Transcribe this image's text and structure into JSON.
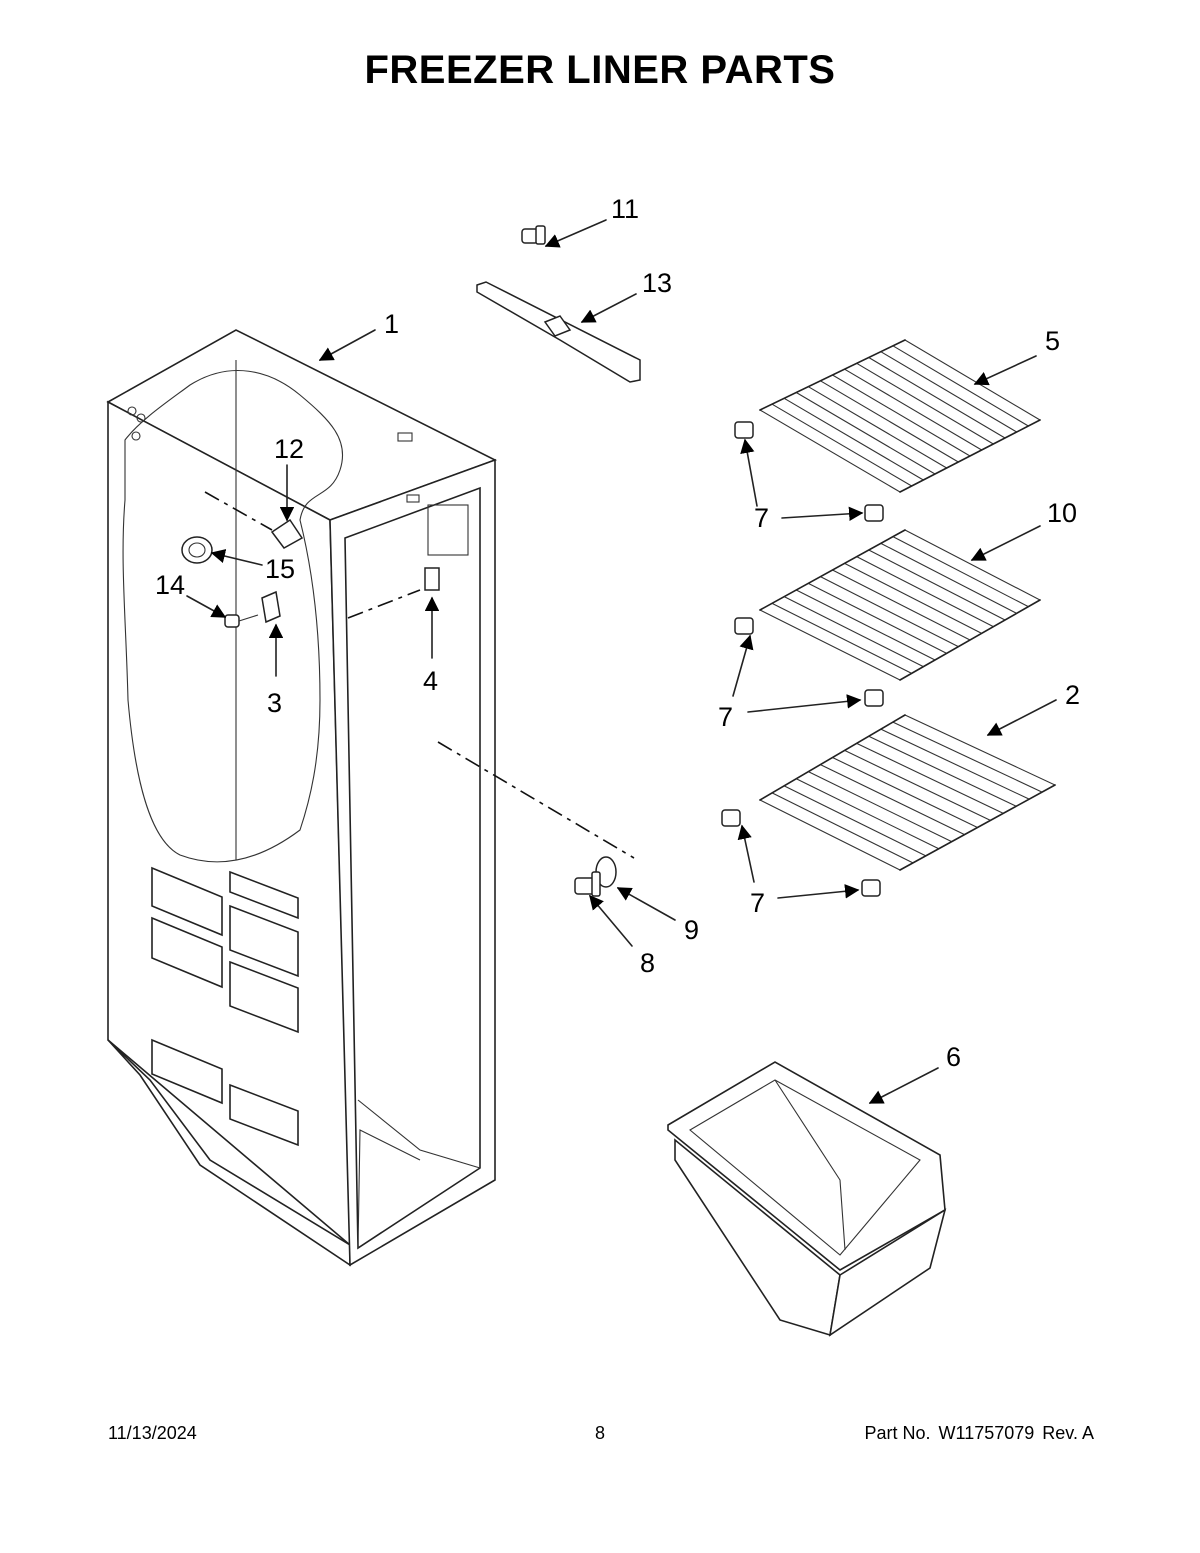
{
  "title": "FREEZER LINER PARTS",
  "callouts": [
    {
      "id": "c1",
      "label": "1"
    },
    {
      "id": "c2",
      "label": "2"
    },
    {
      "id": "c3",
      "label": "3"
    },
    {
      "id": "c4",
      "label": "4"
    },
    {
      "id": "c5",
      "label": "5"
    },
    {
      "id": "c6",
      "label": "6"
    },
    {
      "id": "c7a",
      "label": "7"
    },
    {
      "id": "c7b",
      "label": "7"
    },
    {
      "id": "c7c",
      "label": "7"
    },
    {
      "id": "c7d",
      "label": "7"
    },
    {
      "id": "c7e",
      "label": "7"
    },
    {
      "id": "c7f",
      "label": "7"
    },
    {
      "id": "c8",
      "label": "8"
    },
    {
      "id": "c9",
      "label": "9"
    },
    {
      "id": "c10",
      "label": "10"
    },
    {
      "id": "c11",
      "label": "11"
    },
    {
      "id": "c12",
      "label": "12"
    },
    {
      "id": "c13",
      "label": "13"
    },
    {
      "id": "c14",
      "label": "14"
    },
    {
      "id": "c15",
      "label": "15"
    }
  ],
  "footer": {
    "date": "11/13/2024",
    "page": "8",
    "part_label": "Part No.",
    "part_number": "W11757079",
    "revision": "Rev. A"
  }
}
